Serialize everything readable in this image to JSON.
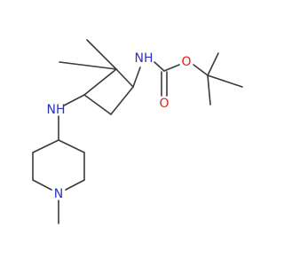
{
  "molecule": {
    "labels": {
      "carbamate_nh": "NH",
      "ester_oxygen": "O",
      "carbonyl_oxygen": "O",
      "amine_nh": "NH",
      "piperidine_n": "N"
    },
    "colors": {
      "bond": "#3a3a3a",
      "nitrogen": "#2b30c8",
      "oxygen": "#e0201b"
    }
  }
}
